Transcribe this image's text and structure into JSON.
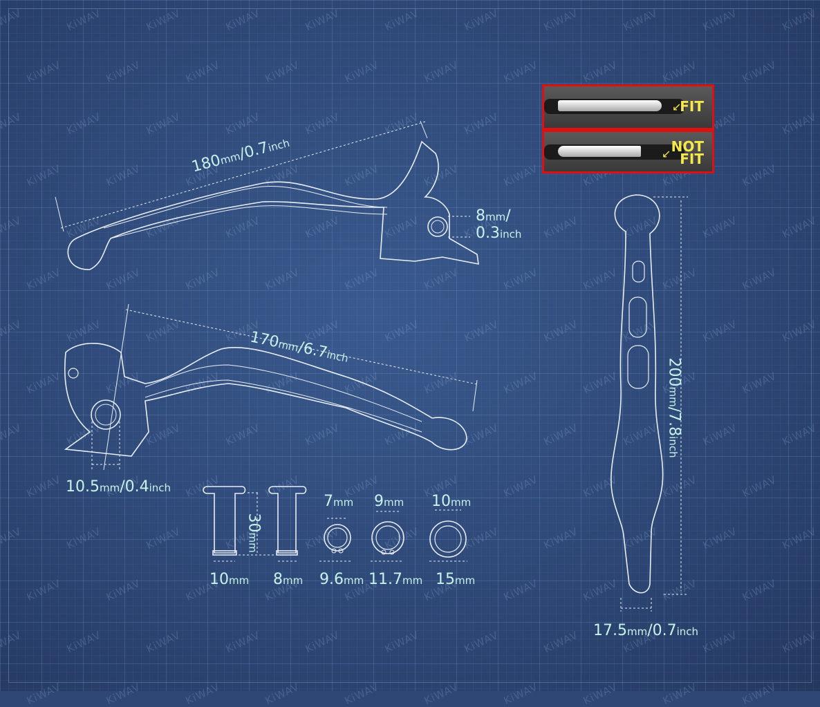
{
  "watermark": "KiWAV",
  "colors": {
    "background": "#2e4775",
    "line": "#e8eef6",
    "label": "#c8f2ec",
    "photo_border": "#e01010",
    "photo_text": "#f5e84a"
  },
  "fitment": {
    "fit_label": "FIT",
    "not_fit_label_1": "NOT",
    "not_fit_label_2": "FIT"
  },
  "dimensions": {
    "top_lever_length": {
      "v": "180",
      "u": "mm",
      "v2": "/0.7",
      "u2": "inch"
    },
    "top_pivot": {
      "v": "8",
      "u": "mm",
      "v2": "/",
      "v3": "0.3",
      "u2": "inch"
    },
    "bottom_lever_length": {
      "v": "170",
      "u": "mm",
      "v2": "/6.7",
      "u2": "inch"
    },
    "bottom_pivot": {
      "v": "10.5",
      "u": "mm",
      "v2": "/0.4",
      "u2": "inch"
    },
    "side_length": {
      "v": "200",
      "u": "mm",
      "v2": "/7.8",
      "u2": "inch"
    },
    "side_width": {
      "v": "17.5",
      "u": "mm",
      "v2": "/0.7",
      "u2": "inch"
    },
    "bolt_length": {
      "v": "30",
      "u": "mm"
    },
    "bolt1": {
      "v": "10",
      "u": "mm"
    },
    "bolt2": {
      "v": "8",
      "u": "mm"
    },
    "clip1_inner": {
      "v": "7",
      "u": "mm"
    },
    "clip1_outer": {
      "v": "9.6",
      "u": "mm"
    },
    "clip2_inner": {
      "v": "9",
      "u": "mm"
    },
    "clip2_outer": {
      "v": "11.7",
      "u": "mm"
    },
    "washer_inner": {
      "v": "10",
      "u": "mm"
    },
    "washer_outer": {
      "v": "15",
      "u": "mm"
    }
  }
}
